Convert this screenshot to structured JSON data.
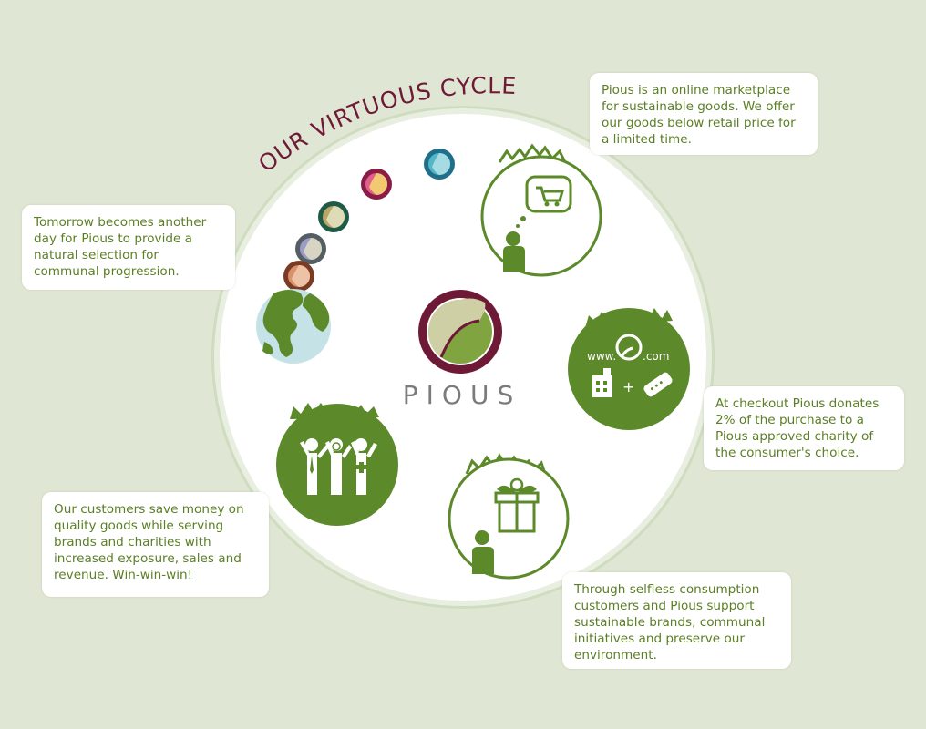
{
  "title": "OUR VIRTUOUS CYCLE",
  "brand": {
    "name": "PIOUS",
    "web_prefix": "www.",
    "web_suffix": ".com",
    "plus": "+"
  },
  "steps": [
    {
      "id": "marketplace",
      "icon": "shopping-cart-thought-icon",
      "text": "Pious is an online marketplace for sustainable goods. We offer our goods below retail price for a limited time."
    },
    {
      "id": "donation",
      "icon": "website-donation-icon",
      "text": "At checkout Pious donates 2% of the purchase to a Pious approved charity of the consumer's choice."
    },
    {
      "id": "selfless-consumption",
      "icon": "gift-box-icon",
      "text": "Through selfless consumption customers and Pious support sustainable brands, communal initiatives and preserve our environment."
    },
    {
      "id": "win-win-win",
      "icon": "three-people-icon",
      "text": "Our customers save money on quality goods while serving brands and charities with increased exposure, sales and revenue. Win-win-win!"
    },
    {
      "id": "tomorrow",
      "icon": "earth-globe-icon",
      "text": "Tomorrow becomes another day for Pious to provide a natural selection for communal progression."
    }
  ],
  "colors": {
    "background": "#dfe6d3",
    "green": "#5c8a2a",
    "text_green": "#5b7f24",
    "maroon": "#6e1a37",
    "tan": "#cfcfa6",
    "gray_text": "#7b7b7b"
  }
}
